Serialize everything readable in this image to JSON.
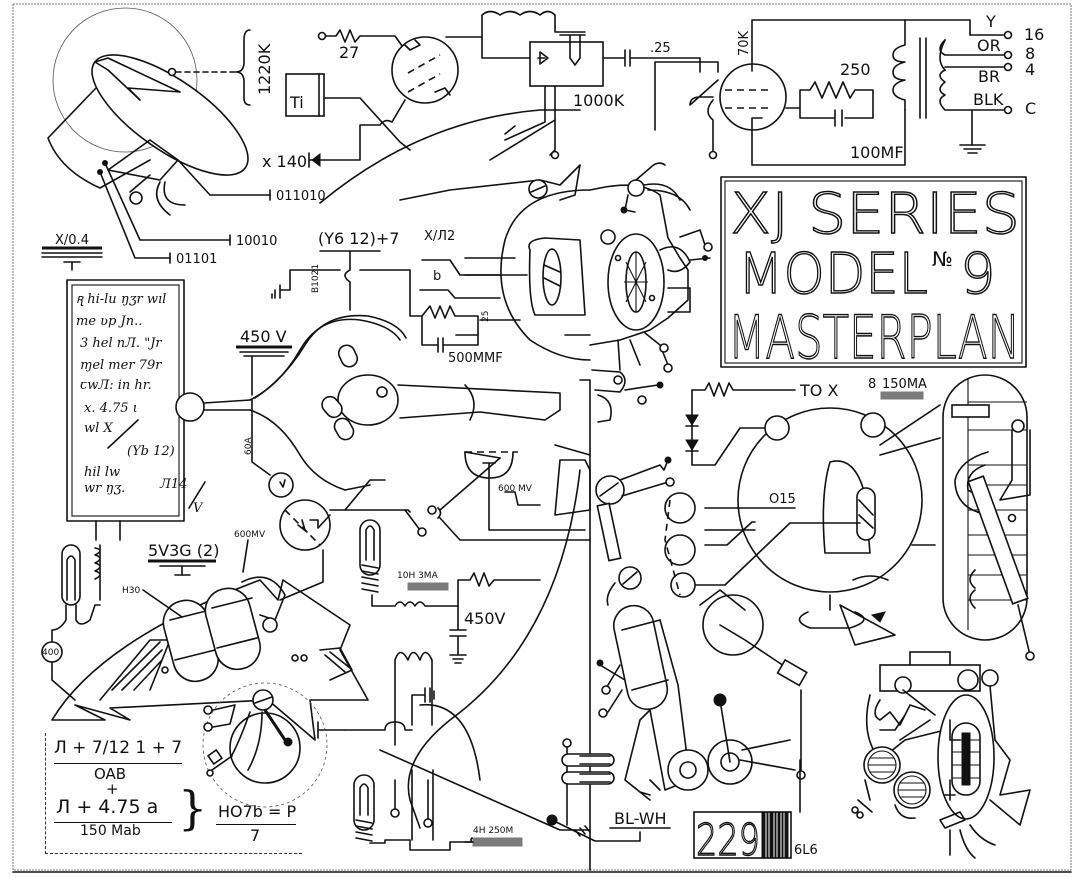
{
  "title_plate": {
    "line1": "XJ SERIES",
    "line2_model": "MODEL",
    "line2_no": "№",
    "line2_num": "9",
    "line3": "MASTERPLAN"
  },
  "labels": {
    "r_27": "27",
    "r_1220k": "1220K",
    "ti_box": "Ti",
    "x140": "x 140",
    "bin_011010": "011010",
    "bin_10010": "10010",
    "bin_01101": "01101",
    "x_04": "X/0.4",
    "cap_25": ".25",
    "r_1000k": "1000K",
    "r_70k": "70K",
    "r_250": "250",
    "cap_100mf": "100MF",
    "tap_y": "Y",
    "tap_or": "OR",
    "tap_br": "BR",
    "tap_blk": "BLK",
    "tap_16": "16",
    "tap_8": "8",
    "tap_4": "4",
    "tap_c": "C",
    "y612": "(Y6 12)+7",
    "x_pi2": "X/Л2",
    "b_label": "b",
    "b1021": "B1021",
    "r_25": "25",
    "cap_500mmf": "500MMF",
    "v450_top": "450 V",
    "a60": "60A",
    "mv600_a": "600MV",
    "mv600_b": "600MV",
    "mv600_c": "600 MV",
    "tox": "TO X",
    "ma150_num": "8",
    "ma150": "150MA",
    "o15": "O15",
    "v5v3g": "5V3G (2)",
    "h30": "H30",
    "l400": "400",
    "h10_3ma": "10H 3MA",
    "v450_mid": "450V",
    "h4_250m": "4H 250M",
    "bl_wh": "BL-WH",
    "plate_229": "229",
    "tube_6l6": "6L6"
  },
  "note_card": {
    "lines": [
      "ꭆ hi‑lu ŋʒr wıl",
      "me ʋp Jn..",
      "3 hel nЛ. \"Jr",
      "ɱel mer 79r",
      "ꞇwЛ: in hr.",
      "x. 4.75 ι",
      "wl X",
      "(Yb 12)",
      "hil lw",
      "wr ŋʒ.",
      "Л14",
      "V"
    ]
  },
  "formula": {
    "num1": "Л + 7/12 1 + 7",
    "den1": "OAB",
    "plus": "+",
    "num2": "Л + 4.75 a",
    "den2": "150 Mab",
    "result_num": "HO7b = P",
    "result_den": "7"
  }
}
